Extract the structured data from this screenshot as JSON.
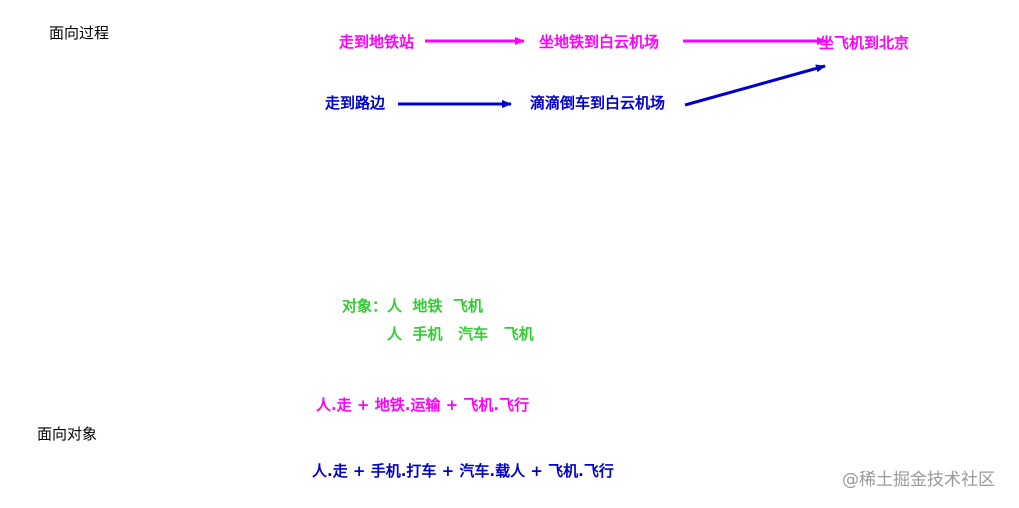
{
  "titles": {
    "procedural": "面向过程",
    "object_oriented": "面向对象"
  },
  "procedural_flow": {
    "metro_route": {
      "step1": "走到地铁站",
      "step2": "坐地铁到白云机场",
      "step3": "坐飞机到北京",
      "color": "#ff00ff"
    },
    "car_route": {
      "step1": "走到路边",
      "step2": "滴滴倒车到白云机场",
      "color": "#0000cc"
    }
  },
  "objects": {
    "line1": "对象：人  地铁  飞机",
    "line2": "人  手机   汽车   飞机",
    "color": "#33cc33"
  },
  "expressions": {
    "metro": "人.走 + 地铁.运输 + 飞机.飞行",
    "car": "人.走 + 手机.打车 + 汽车.载人 + 飞机.飞行"
  },
  "watermark": "@稀土掘金技术社区"
}
